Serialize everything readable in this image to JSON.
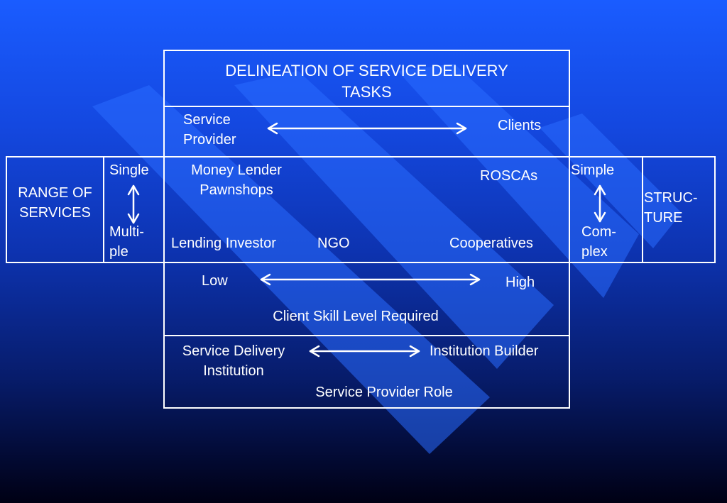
{
  "title": {
    "line1": "DELINEATION OF SERVICE DELIVERY",
    "line2": "TASKS"
  },
  "provider_row": {
    "left_line1": "Service",
    "left_line2": "Provider",
    "right": "Clients"
  },
  "range_of_services": {
    "label_line1": "RANGE OF",
    "label_line2": "SERVICES",
    "top": "Single",
    "bottom_line1": "Multi-",
    "bottom_line2": "ple"
  },
  "structure": {
    "label_line1": "STRUC-",
    "label_line2": "TURE",
    "top": "Simple",
    "bottom_line1": "Com-",
    "bottom_line2": "plex"
  },
  "center_grid": {
    "top_left_line1": "Money Lender",
    "top_left_line2": "Pawnshops",
    "top_right": "ROSCAs",
    "bottom_left": "Lending Investor",
    "bottom_mid": "NGO",
    "bottom_right": "Cooperatives"
  },
  "skill": {
    "low": "Low",
    "high": "High",
    "caption": "Client Skill Level Required"
  },
  "role": {
    "left_line1": "Service Delivery",
    "left_line2": "Institution",
    "right": "Institution Builder",
    "caption": "Service Provider Role"
  },
  "colors": {
    "background_top": "#1a5cff",
    "background_bottom": "#000014",
    "stroke": "#ffffff"
  }
}
